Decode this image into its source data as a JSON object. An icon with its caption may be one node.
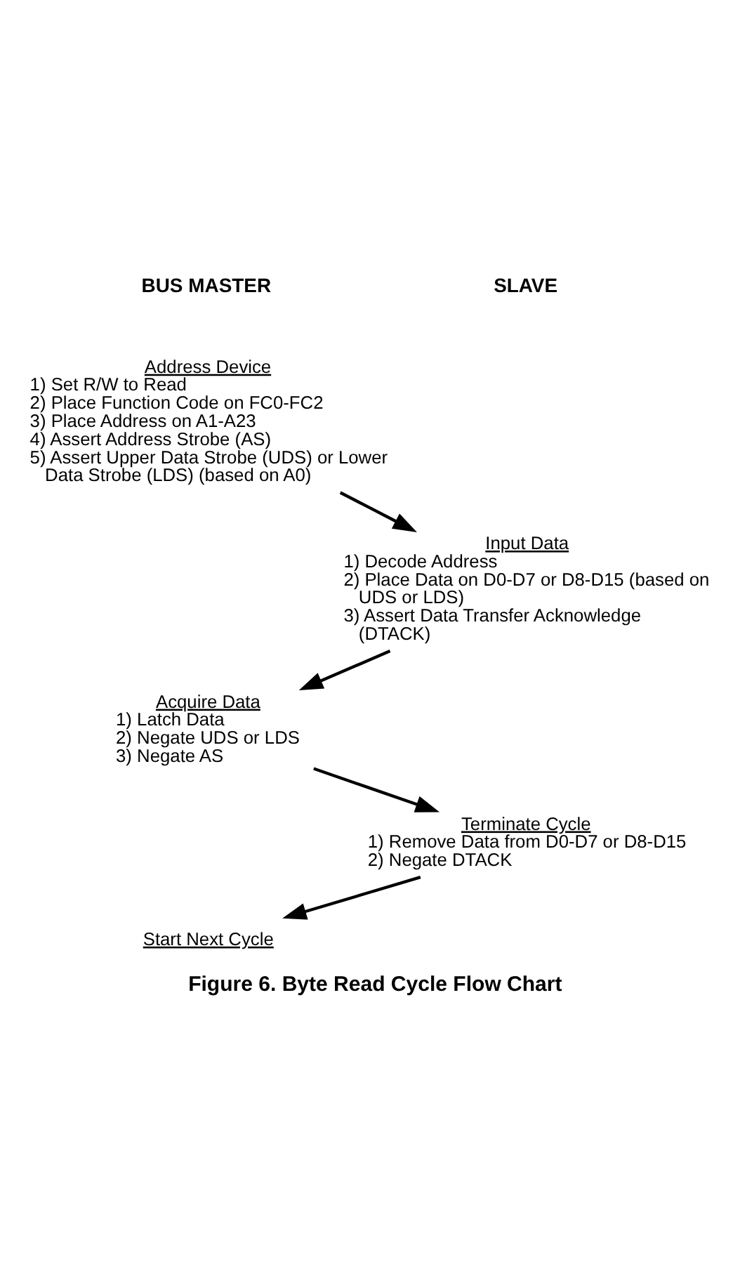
{
  "diagram": {
    "caption": "Figure 6. Byte Read Cycle Flow Chart",
    "nodes": [
      {
        "text": [
          "Address Device",
          "1) Set R/W to Read",
          "2) Place Function Code on FC0-FC2",
          "3) Place Address on A1-A23",
          "4) Assert Address Strobe (AS)",
          "5) Assert Upper Data Strobe (UDS) or Lower Data Strobe (LDS) (based on A0)"
        ]
      },
      {
        "text": [
          "Input Data",
          "1) Decode Address",
          "2) Place Data on D0-D7 or D8-D15 (based on UDS or LDS)",
          "3) Assert Data Transfer Acknowledge (DTACK)"
        ]
      },
      {
        "text": [
          "Acquire Data",
          "1) Latch Data",
          "2) Negate UDS or LDS",
          "3) Negate AS"
        ]
      },
      {
        "text": [
          "Terminate Cycle",
          "1) Remove Data from D0-D7 or D8-D15",
          "2) Negate DTACK"
        ]
      },
      {
        "text": [
          "Start Next Cycle"
        ]
      }
    ],
    "edges": [
      {
        "from": 0,
        "to": 1,
        "arrow": "to"
      },
      {
        "from": 1,
        "to": 2,
        "arrow": "to"
      },
      {
        "from": 2,
        "to": 3,
        "arrow": "to"
      },
      {
        "from": 3,
        "to": 4,
        "arrow": "to"
      }
    ],
    "labels": [
      "BUS MASTER",
      "SLAVE"
    ]
  }
}
